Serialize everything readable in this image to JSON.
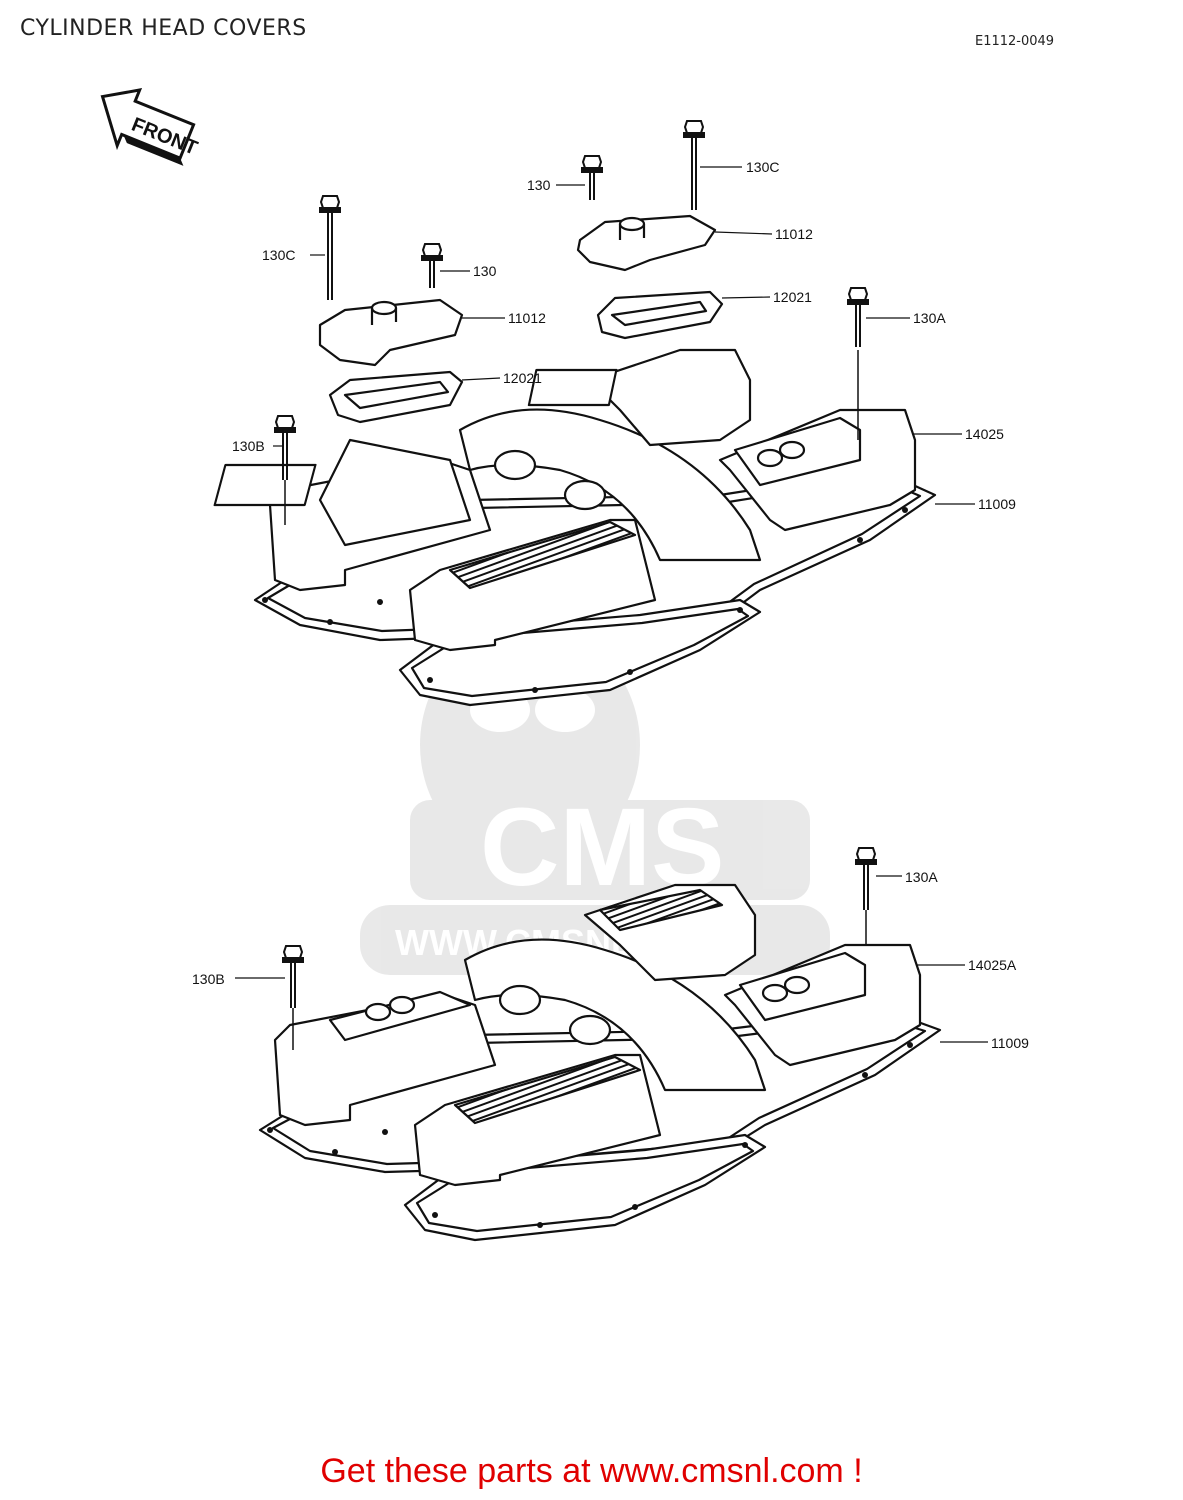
{
  "title": "CYLINDER HEAD COVERS",
  "diagram_id": "E1112-0049",
  "front_arrow_label": "FRONT",
  "watermark": {
    "logo_text": "CMS",
    "url_text": "WWW.CMSNL.COM"
  },
  "footer_text": "Get these parts at www.cmsnl.com !",
  "callouts": {
    "top_130_right": "130",
    "top_130c_right": "130C",
    "top_11012_right": "11012",
    "top_12021_right": "12021",
    "top_130a": "130A",
    "top_130c_left": "130C",
    "top_130_left": "130",
    "top_11012_left": "11012",
    "top_12021_left": "12021",
    "top_130b": "130B",
    "top_14025": "14025",
    "top_11009": "11009",
    "bottom_130a": "130A",
    "bottom_130b": "130B",
    "bottom_14025a": "14025A",
    "bottom_11009": "11009"
  }
}
